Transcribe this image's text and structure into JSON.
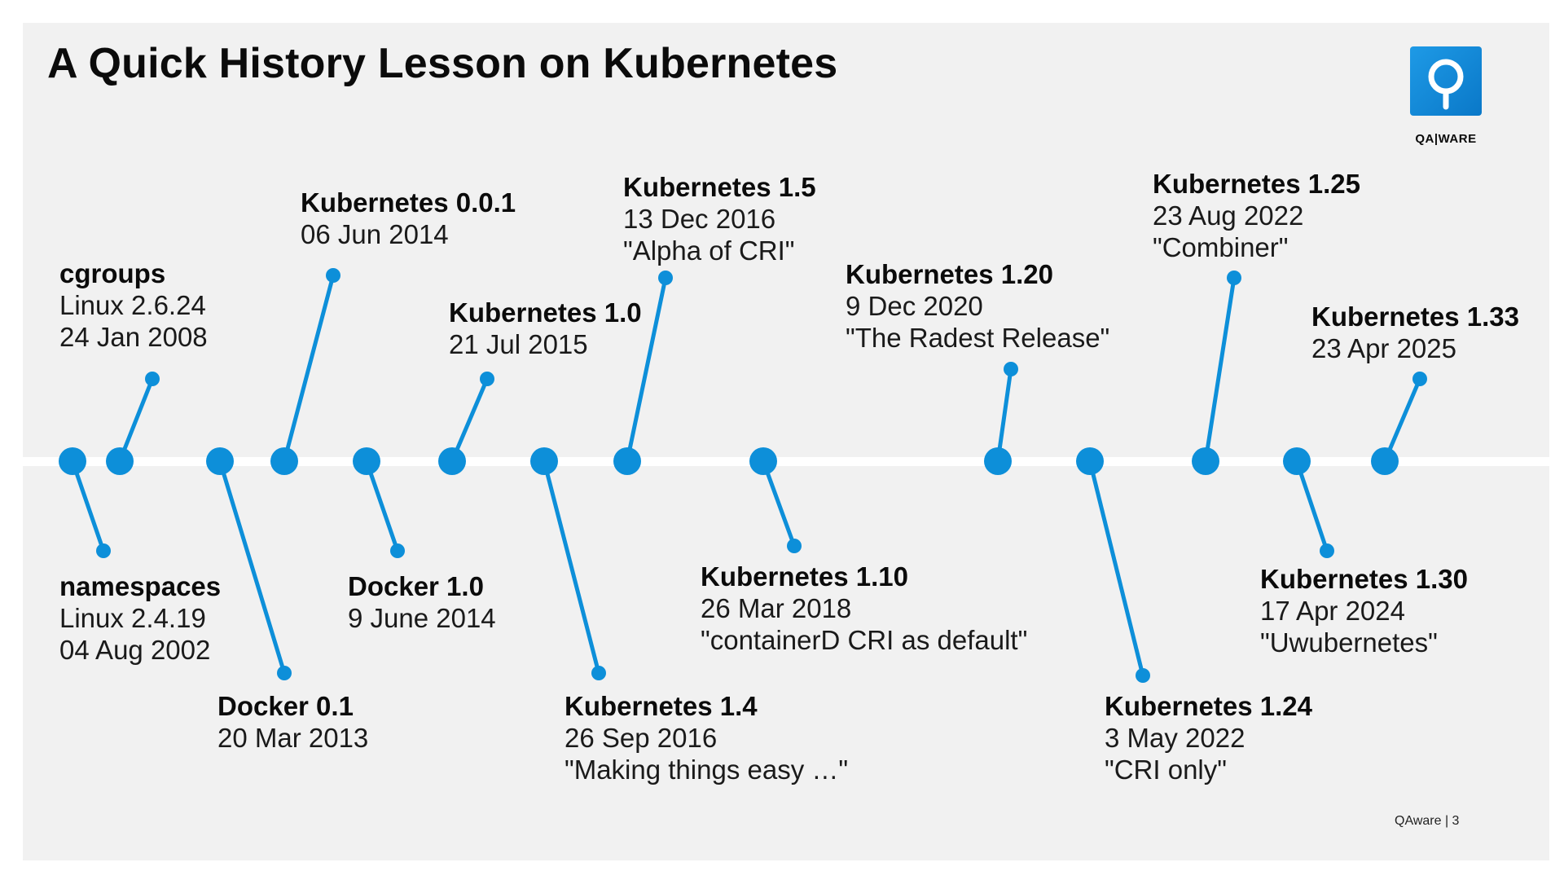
{
  "slide": {
    "title": "A Quick History Lesson on Kubernetes",
    "logo": {
      "name": "QA|WARE",
      "color": "#0a84d6"
    },
    "footer": "QAware | 3"
  },
  "colors": {
    "timeline": "#0d8fd9",
    "baseline": "#ffffff",
    "background": "#f1f1f1"
  },
  "events": [
    {
      "title": "namespaces",
      "lines": [
        "Linux 2.4.19",
        "04 Aug 2002"
      ]
    },
    {
      "title": "cgroups",
      "lines": [
        "Linux 2.6.24",
        "24 Jan 2008"
      ]
    },
    {
      "title": "Docker 0.1",
      "lines": [
        "20 Mar 2013"
      ]
    },
    {
      "title": "Kubernetes 0.0.1",
      "lines": [
        "06 Jun 2014"
      ]
    },
    {
      "title": "Docker 1.0",
      "lines": [
        "9 June 2014"
      ]
    },
    {
      "title": "Kubernetes 1.0",
      "lines": [
        "21 Jul 2015"
      ]
    },
    {
      "title": "Kubernetes 1.4",
      "lines": [
        "26 Sep 2016",
        "\"Making things easy …\""
      ]
    },
    {
      "title": "Kubernetes 1.5",
      "lines": [
        "13 Dec 2016",
        "\"Alpha of CRI\""
      ]
    },
    {
      "title": "Kubernetes 1.10",
      "lines": [
        "26 Mar 2018",
        "\"containerD CRI as default\""
      ]
    },
    {
      "title": "Kubernetes 1.20",
      "lines": [
        "9 Dec 2020",
        "\"The Radest Release\""
      ]
    },
    {
      "title": "Kubernetes 1.24",
      "lines": [
        "3 May 2022",
        "\"CRI only\""
      ]
    },
    {
      "title": "Kubernetes 1.25",
      "lines": [
        "23 Aug 2022",
        "\"Combiner\""
      ]
    },
    {
      "title": "Kubernetes 1.30",
      "lines": [
        "17 Apr 2024",
        "\"Uwubernetes\""
      ]
    },
    {
      "title": "Kubernetes 1.33",
      "lines": [
        "23 Apr 2025"
      ]
    }
  ]
}
